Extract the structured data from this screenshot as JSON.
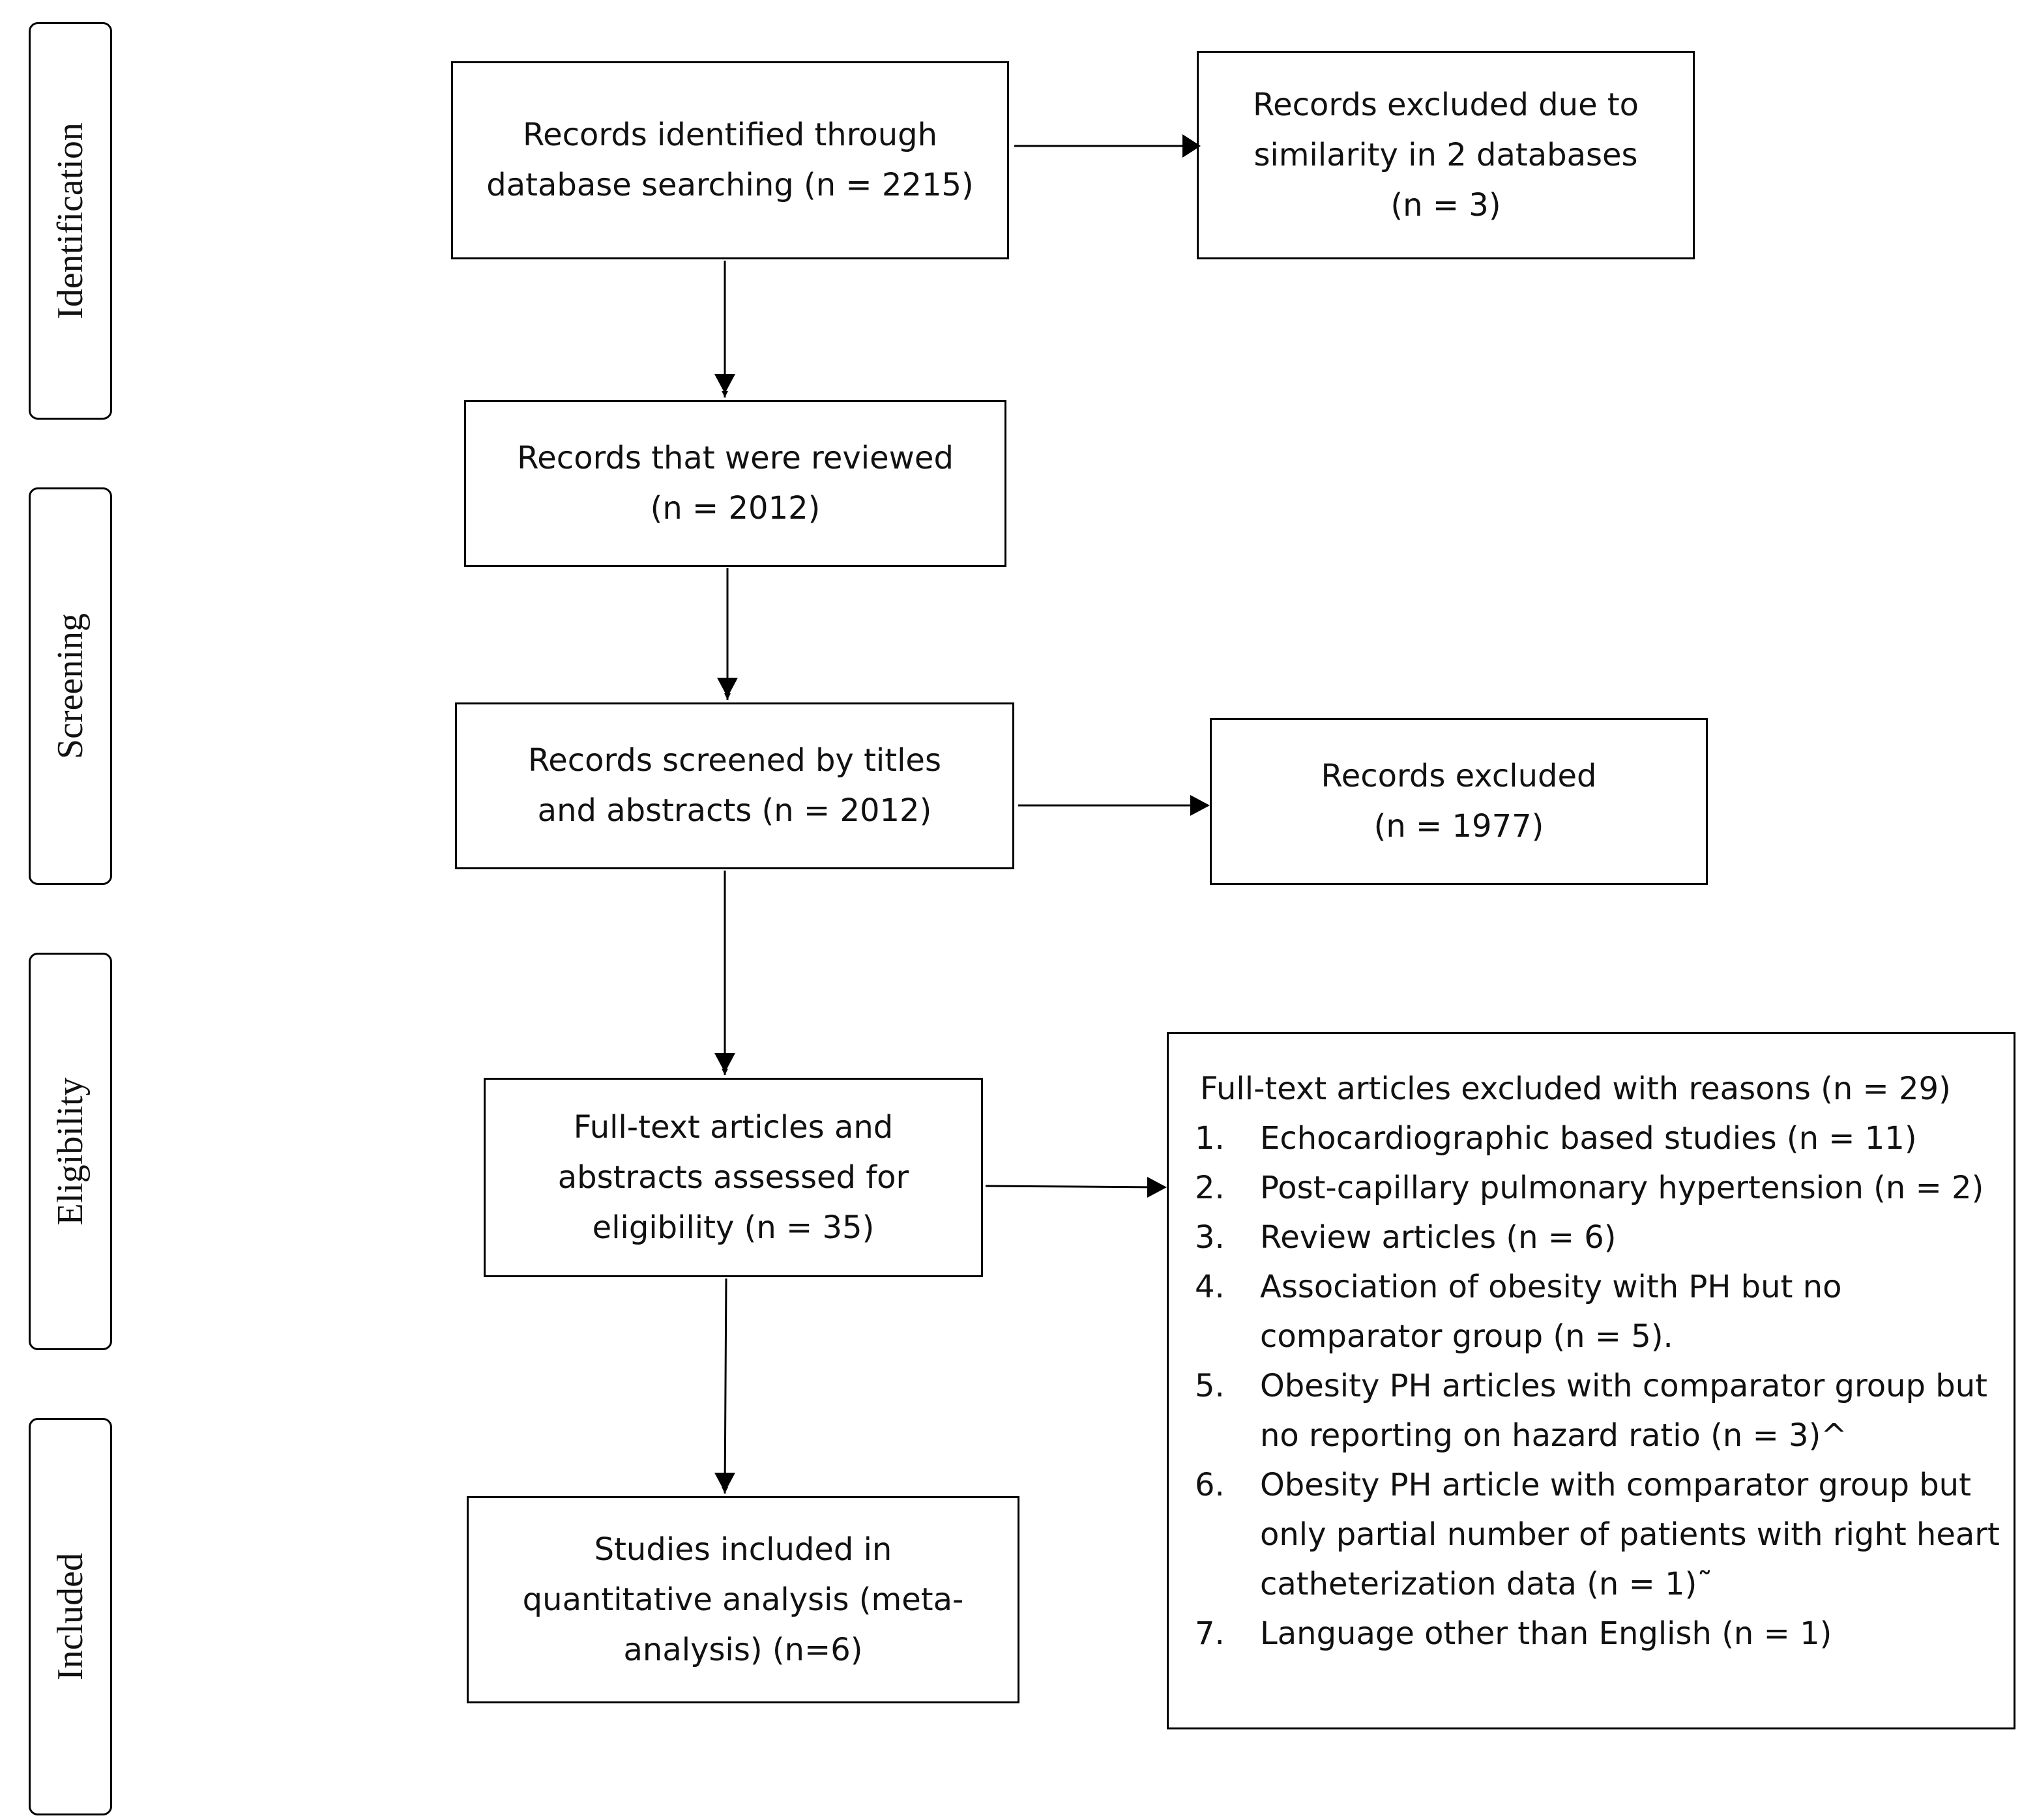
{
  "phases": [
    {
      "label": "Identification"
    },
    {
      "label": "Screening"
    },
    {
      "label": "Eligibility"
    },
    {
      "label": "Included"
    }
  ],
  "boxes": {
    "identified": "Records identified through\ndatabase searching (n = 2215)",
    "excluded_similarity": "Records excluded due to\nsimilarity in 2 databases\n(n = 3)",
    "reviewed": "Records that were reviewed\n(n = 2012)",
    "screened": "Records screened by titles\nand abstracts (n = 2012)",
    "excluded_records": "Records excluded\n(n = 1977)",
    "fulltext": "Full-text articles and\nabstracts assessed for\neligibility (n = 35)",
    "included": "Studies included in\nquantitative analysis (meta-\nanalysis) (n=6)"
  },
  "exclusions": {
    "title": "Full-text articles excluded with reasons (n = 29)",
    "items": [
      {
        "num": "1.",
        "text": "Echocardiographic based studies (n = 11)"
      },
      {
        "num": "2.",
        "text": "Post-capillary pulmonary hypertension (n = 2)"
      },
      {
        "num": "3.",
        "text": "Review articles (n = 6)"
      },
      {
        "num": "4.",
        "text": "Association of obesity with PH but no comparator group (n = 5)."
      },
      {
        "num": "5.",
        "text": "Obesity PH articles with comparator group but no reporting on hazard ratio (n = 3)^"
      },
      {
        "num": "6.",
        "text": "Obesity PH article with comparator group but only partial number of patients with right heart catheterization data (n = 1)˜"
      },
      {
        "num": "7.",
        "text": "Language other than English (n = 1)"
      }
    ]
  }
}
